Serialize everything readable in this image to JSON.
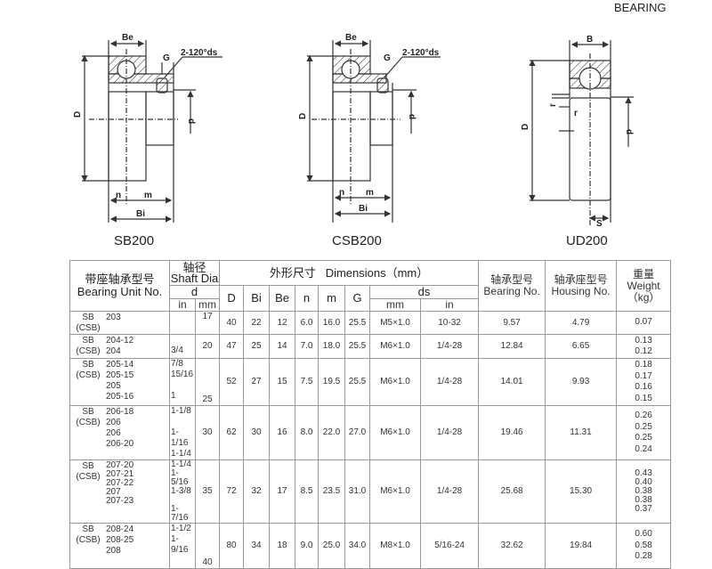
{
  "brand": "BEARING",
  "diagrams": [
    {
      "caption": "SB200",
      "labels": {
        "be": "Be",
        "g": "G",
        "ds": "2-120°ds",
        "D": "D",
        "d": "d",
        "n": "n",
        "m": "m",
        "bi": "Bi"
      }
    },
    {
      "caption": "CSB200",
      "labels": {
        "be": "Be",
        "g": "G",
        "ds": "2-120°ds",
        "D": "D",
        "d": "d",
        "n": "n",
        "m": "m",
        "bi": "Bi"
      }
    },
    {
      "caption": "UD200",
      "labels": {
        "b": "B",
        "D": "D",
        "d": "d",
        "r1": "r",
        "r2": "r",
        "s": "S"
      }
    }
  ],
  "table": {
    "headers": {
      "unit_cn": "带座轴承型号",
      "unit_en": "Bearing Unit No.",
      "shaft_cn": "轴径",
      "shaft_en": "Shaft Dia",
      "shaft_d": "d",
      "in": "in",
      "mm": "mm",
      "dims_cn": "外形尺寸",
      "dims_en": "Dimensions（mm）",
      "D": "D",
      "Bi": "Bi",
      "Be": "Be",
      "n": "n",
      "m": "m",
      "G": "G",
      "ds": "ds",
      "ds_mm": "mm",
      "ds_in": "in",
      "bearing_cn": "轴承型号",
      "bearing_en": "Bearing No.",
      "housing_cn": "轴承座型号",
      "housing_en": "Housing No.",
      "weight_cn": "重量",
      "weight_en": "Weight",
      "weight_unit": "（kg）"
    },
    "rows": [
      {
        "prefix": "SB\n(CSB)",
        "units": "203",
        "in": "",
        "mm": "17",
        "D": "40",
        "Bi": "22",
        "Be": "12",
        "n": "6.0",
        "m": "16.0",
        "G": "25.5",
        "ds_mm": "M5×1.0",
        "ds_in": "10-32",
        "bearing": "9.57",
        "housing": "4.79",
        "weight": "0.07"
      },
      {
        "prefix": "SB\n(CSB)",
        "units": "204-12\n204",
        "in": "\n3/4",
        "mm": "20",
        "D": "47",
        "Bi": "25",
        "Be": "14",
        "n": "7.0",
        "m": "18.0",
        "G": "25.5",
        "ds_mm": "M6×1.0",
        "ds_in": "1/4-28",
        "bearing": "12.84",
        "housing": "6.65",
        "weight": "0.13\n0.12"
      },
      {
        "prefix": "SB\n(CSB)",
        "units": "205-14\n205-15\n205\n205-16",
        "in": "7/8\n15/16\n\n1",
        "mm": "25",
        "D": "52",
        "Bi": "27",
        "Be": "15",
        "n": "7.5",
        "m": "19.5",
        "G": "25.5",
        "ds_mm": "M6×1.0",
        "ds_in": "1/4-28",
        "bearing": "14.01",
        "housing": "9.93",
        "weight": "0.18\n0.17\n0.16\n0.15"
      },
      {
        "prefix": "SB\n(CSB)",
        "units": "206-18\n206\n206\n206-20",
        "in": "1-1/8\n\n1-1/16\n1-1/4",
        "mm": "30",
        "D": "62",
        "Bi": "30",
        "Be": "16",
        "n": "8.0",
        "m": "22.0",
        "G": "27.0",
        "ds_mm": "M6×1.0",
        "ds_in": "1/4-28",
        "bearing": "19.46",
        "housing": "11.31",
        "weight": "0.26\n0.25\n0.25\n0.24"
      },
      {
        "prefix": "SB\n(CSB)",
        "units": "207-20\n207-21\n207-22\n207\n207-23",
        "in": "1-1/4\n1-5/16\n1-3/8\n\n1-7/16",
        "mm": "35",
        "D": "72",
        "Bi": "32",
        "Be": "17",
        "n": "8.5",
        "m": "23.5",
        "G": "31.0",
        "ds_mm": "M6×1.0",
        "ds_in": "1/4-28",
        "bearing": "25.68",
        "housing": "15.30",
        "weight": "0.43\n0.40\n0.38\n0.38\n0.37"
      },
      {
        "prefix": "SB\n(CSB)",
        "units": "208-24\n208-25\n208",
        "in": "1-1/2\n1-9/16",
        "mm": "40",
        "D": "80",
        "Bi": "34",
        "Be": "18",
        "n": "9.0",
        "m": "25.0",
        "G": "34.0",
        "ds_mm": "M8×1.0",
        "ds_in": "5/16-24",
        "bearing": "32.62",
        "housing": "19.84",
        "weight": "0.60\n0.58\n0.28"
      }
    ]
  }
}
